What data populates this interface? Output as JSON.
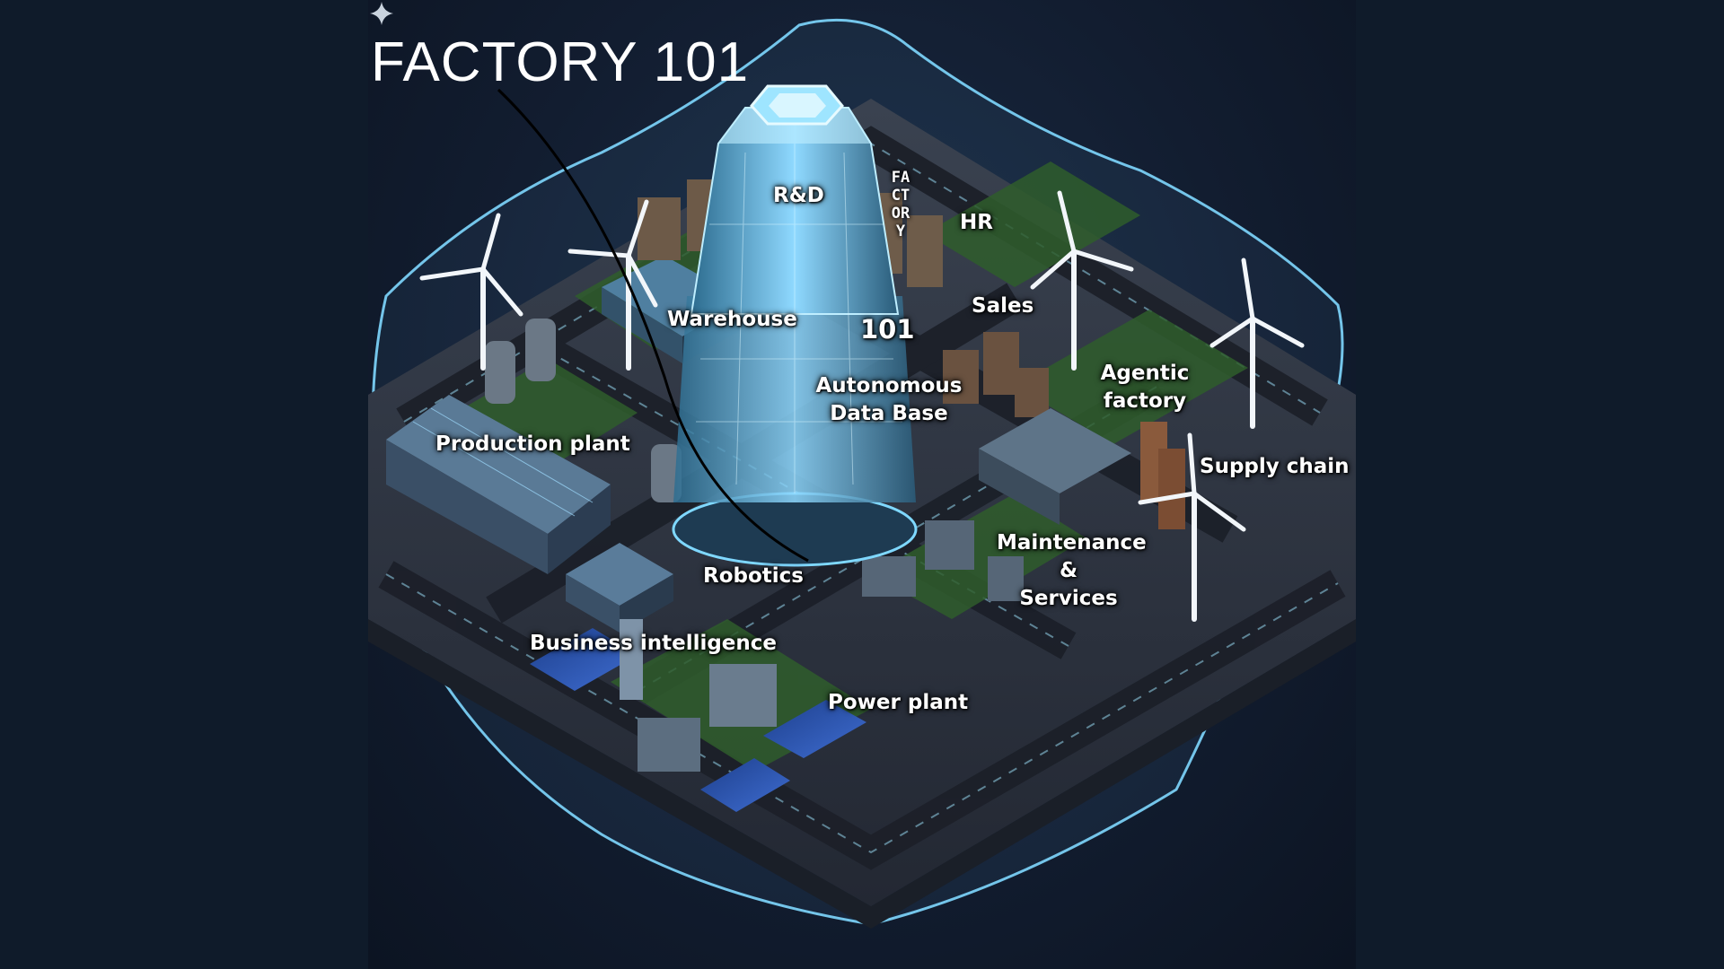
{
  "title": "FACTORY 101",
  "tower": {
    "vertical_text": "FACTORY",
    "number": "101"
  },
  "labels": {
    "rnd": "R&D",
    "hr": "HR",
    "warehouse": "Warehouse",
    "sales": "Sales",
    "autonomous_db_line1": "Autonomous",
    "autonomous_db_line2": "Data Base",
    "agentic_line1": "Agentic",
    "agentic_line2": "factory",
    "production_plant": "Production plant",
    "supply_chain": "Supply chain",
    "maintenance_line1": "Maintenance",
    "maintenance_line2": "&",
    "maintenance_line3": "Services",
    "robotics": "Robotics",
    "business_intelligence": "Business intelligence",
    "power_plant": "Power plant"
  },
  "icons": [
    "sparkle-icon"
  ],
  "colors": {
    "background": "#0f1b2a",
    "glow": "#7fd8ff",
    "ground": "#2d3440",
    "greenery": "#2f6b2a",
    "label_text": "#ffffff"
  }
}
